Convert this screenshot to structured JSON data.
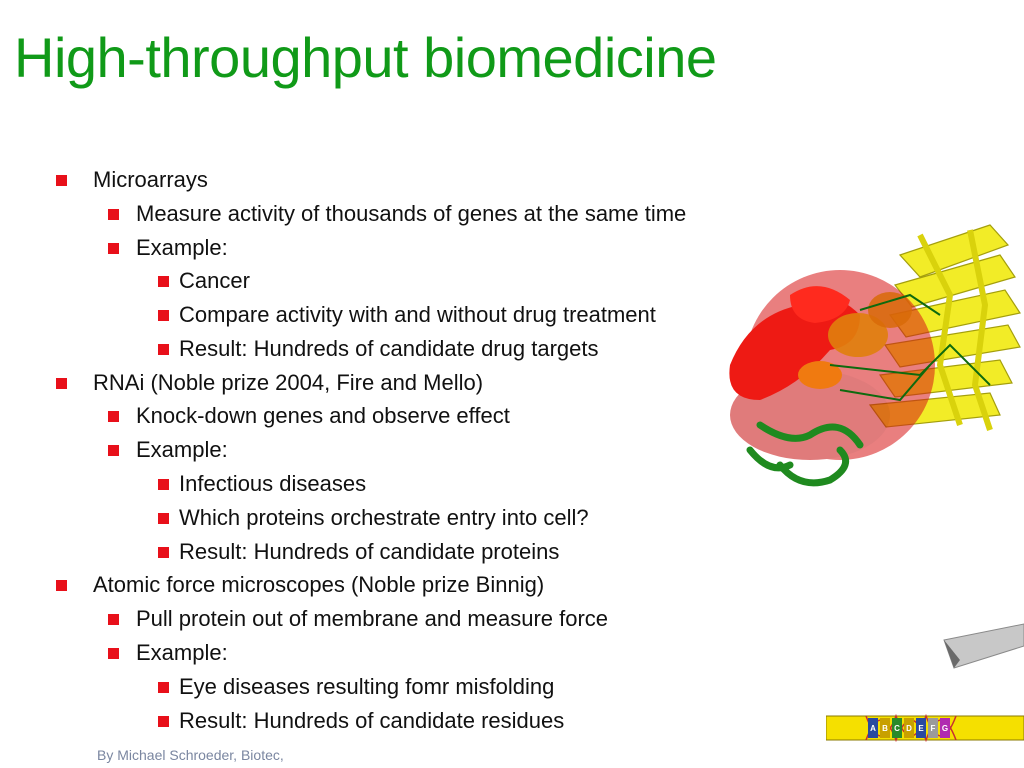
{
  "slide": {
    "title": "High-throughput biomedicine",
    "footer": "By Michael Schroeder, Biotec,",
    "bullets": [
      {
        "level": 1,
        "text": "Microarrays"
      },
      {
        "level": 2,
        "text": "Measure activity of thousands of genes at the same time"
      },
      {
        "level": 2,
        "text": "Example:"
      },
      {
        "level": 3,
        "text": "Cancer"
      },
      {
        "level": 3,
        "text": "Compare activity with and without drug treatment"
      },
      {
        "level": 3,
        "text": "Result: Hundreds of candidate drug targets"
      },
      {
        "level": 1,
        "text": "RNAi (Noble prize 2004, Fire and Mello)"
      },
      {
        "level": 2,
        "text": "Knock-down genes and observe effect"
      },
      {
        "level": 2,
        "text": "Example:"
      },
      {
        "level": 3,
        "text": "Infectious diseases"
      },
      {
        "level": 3,
        "text": "Which proteins orchestrate entry into cell?"
      },
      {
        "level": 3,
        "text": "Result: Hundreds of candidate proteins"
      },
      {
        "level": 1,
        "text": "Atomic force microscopes (Noble prize Binnig)"
      },
      {
        "level": 2,
        "text": "Pull protein out of membrane and measure force"
      },
      {
        "level": 2,
        "text": "Example:"
      },
      {
        "level": 3,
        "text": "Eye diseases resulting fomr misfolding"
      },
      {
        "level": 3,
        "text": "Result: Hundreds of candidate residues"
      }
    ],
    "strip_letters": [
      "A",
      "B",
      "C",
      "D",
      "E",
      "F",
      "G"
    ]
  },
  "colors": {
    "title": "#109a18",
    "bullet": "#e8101a",
    "text": "#111111",
    "footer": "#7a86a0"
  },
  "icons": {
    "bullet": "red-square-bullet",
    "protein_image": "protein-ribbon-structure",
    "strip_image": "dna-sequence-strip"
  }
}
